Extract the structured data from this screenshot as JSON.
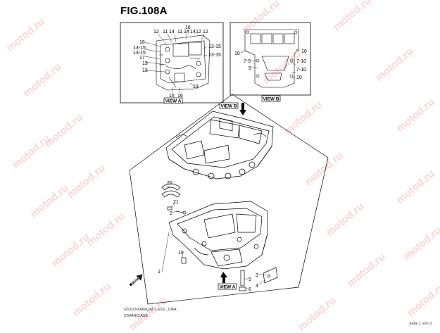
{
  "figure": {
    "title": "FIG.108A",
    "watermark": "motod.ru",
    "drawing_code": "GSX1300RRQAL7_E02_108A",
    "part_group": "CRANKCASE",
    "page_label": "Seite 1 von 3",
    "front_arrow_label": "FWD"
  },
  "view_a": {
    "label": "VIEW A",
    "callouts": [
      "12",
      "11",
      "14",
      "16",
      "11",
      "14",
      "14",
      "12",
      "12",
      "16",
      "13-15",
      "13-15",
      "17",
      "13",
      "13",
      "13-15",
      "13-15",
      "18",
      "16",
      "16"
    ]
  },
  "view_b": {
    "label": "VIEW B",
    "callouts": [
      "10",
      "10",
      "7-9",
      "9",
      "7-10",
      "7-10",
      "10"
    ]
  },
  "main_view": {
    "callouts": [
      "20",
      "21",
      "2",
      "19",
      "1",
      "3",
      "4",
      "5",
      "6"
    ],
    "view_markers": [
      "VIEW B",
      "VIEW A"
    ]
  }
}
